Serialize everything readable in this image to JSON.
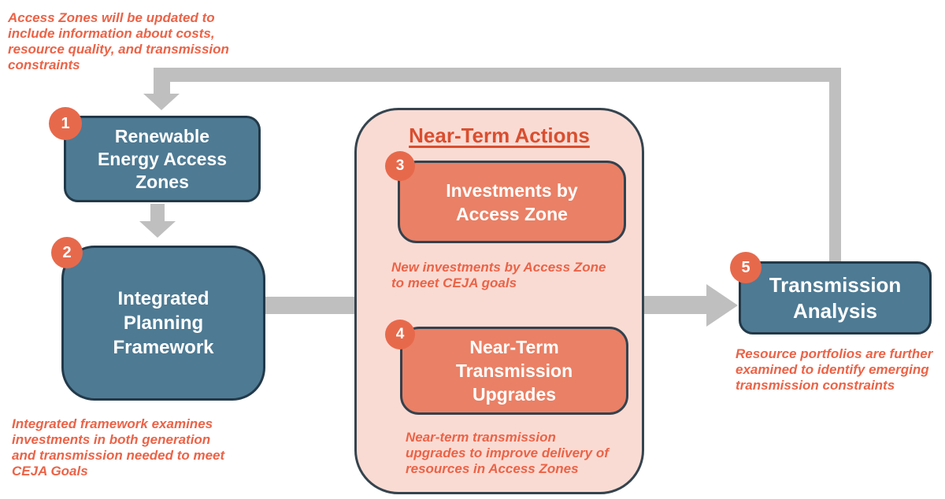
{
  "diagram": {
    "container_title": "Near-Term Actions",
    "steps": [
      {
        "number": "1",
        "label": "Renewable\nEnergy Access\nZones",
        "annotation": "Access Zones will be updated to\ninclude information about costs,\nresource quality, and transmission\nconstraints"
      },
      {
        "number": "2",
        "label": "Integrated\nPlanning\nFramework",
        "annotation": "Integrated framework examines\ninvestments in both generation\nand transmission needed to meet\nCEJA Goals"
      },
      {
        "number": "3",
        "label": "Investments by\nAccess Zone",
        "annotation": "New investments by Access Zone\nto meet CEJA goals"
      },
      {
        "number": "4",
        "label": "Near-Term\nTransmission\nUpgrades",
        "annotation": "Near-term transmission\nupgrades to improve delivery of\nresources in Access Zones"
      },
      {
        "number": "5",
        "label": "Transmission\nAnalysis",
        "annotation": "Resource portfolios are further\nexamined to identify emerging\ntransmission constraints"
      }
    ],
    "colors": {
      "teal_box_fill": "#4E7A93",
      "teal_box_border": "#223949",
      "coral_box_fill": "#EA8065",
      "badge_fill": "#E7694C",
      "container_fill": "#FADBD3",
      "container_border": "#35444E",
      "arrow_gray": "#BFBFBF",
      "annotation_text": "#EB6347",
      "container_title_text": "#D94E2F"
    }
  }
}
